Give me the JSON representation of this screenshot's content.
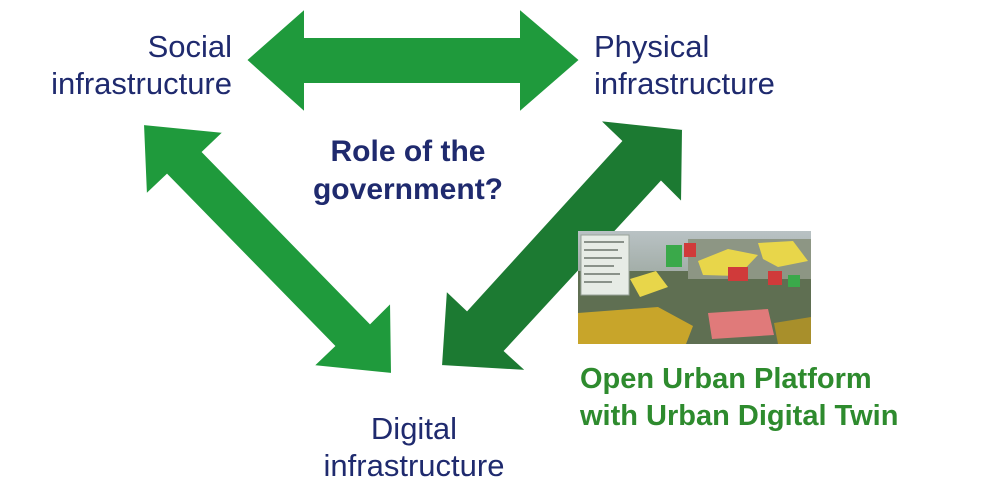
{
  "nodes": {
    "social": "Social\ninfrastructure",
    "physical": "Physical\ninfrastructure",
    "digital": "Digital\ninfrastructure"
  },
  "center_question": "Role of the\ngovernment?",
  "platform_caption": "Open Urban Platform\nwith Urban Digital Twin",
  "colors": {
    "arrow_light": "#1f9a3c",
    "arrow_dark": "#1c7a32",
    "arrow_border": "#ffffff",
    "label_text": "#1f2a6e",
    "caption_text": "#2e8b2e"
  },
  "thumbnail_icon": "3d-city-digital-twin-screenshot"
}
